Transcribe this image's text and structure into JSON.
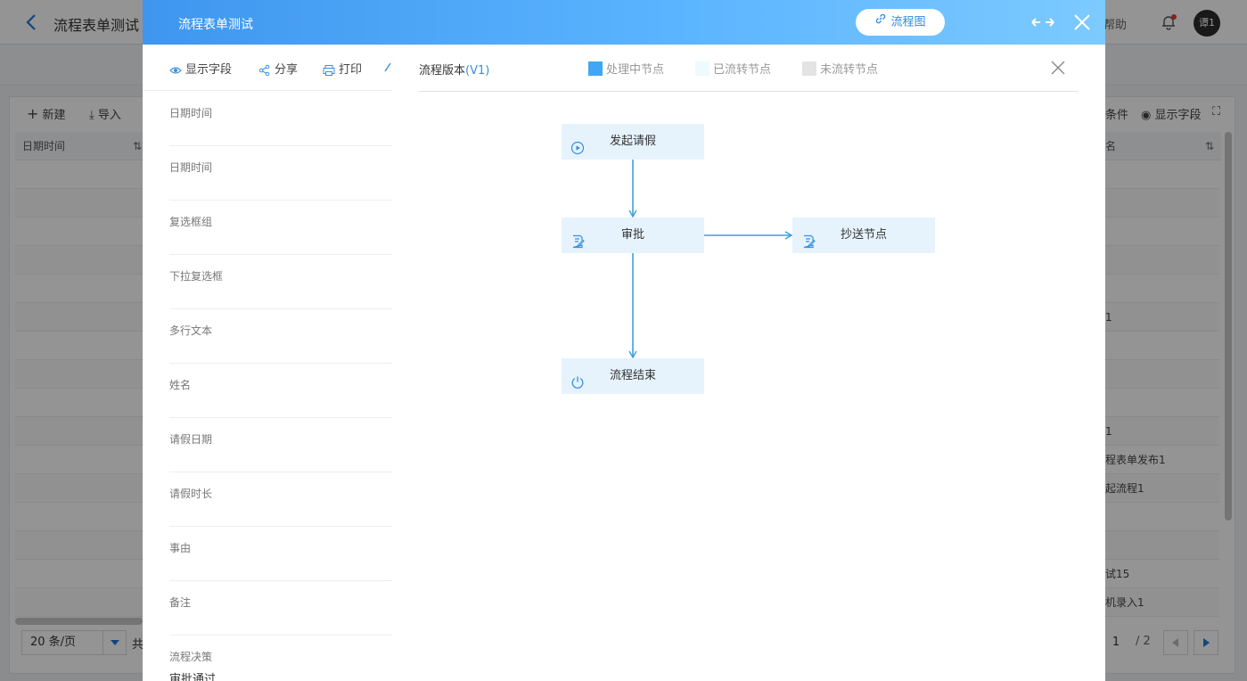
{
  "background": {
    "title": "流程表单测试",
    "help": "帮助",
    "avatar": "谭1",
    "toolbar": {
      "new": "新建",
      "import": "导入",
      "filter": "条件",
      "show_fields": "显示字段"
    },
    "left_header": "日期时间",
    "right_header": "名",
    "right_cells": [
      "1",
      "1",
      "程表单发布1",
      "起流程1",
      "试15",
      "机录入1"
    ],
    "pager": {
      "page_size": "20 条/页",
      "total_prefix": "共",
      "current_page": "1",
      "total_pages": "/ 2"
    }
  },
  "dialog": {
    "title": "流程表单测试",
    "flow_button": "流程图",
    "toolbar": {
      "show_fields": "显示字段",
      "share": "分享",
      "print": "打印"
    },
    "fields": [
      {
        "label": "日期时间",
        "value": ""
      },
      {
        "label": "日期时间",
        "value": ""
      },
      {
        "label": "复选框组",
        "value": ""
      },
      {
        "label": "下拉复选框",
        "value": ""
      },
      {
        "label": "多行文本",
        "value": ""
      },
      {
        "label": "姓名",
        "value": ""
      },
      {
        "label": "请假日期",
        "value": ""
      },
      {
        "label": "请假时长",
        "value": ""
      },
      {
        "label": "事由",
        "value": ""
      },
      {
        "label": "备注",
        "value": ""
      },
      {
        "label": "流程决策",
        "value": "审批通过"
      }
    ]
  },
  "flow": {
    "version_label": "流程版本",
    "version": "(V1)",
    "legend": [
      {
        "label": "处理中节点",
        "color": "#3fa7f5"
      },
      {
        "label": "已流转节点",
        "color": "#eefaff"
      },
      {
        "label": "未流转节点",
        "color": "#e3e3e3"
      }
    ],
    "nodes": {
      "start": "发起请假",
      "approve": "审批",
      "cc": "抄送节点",
      "end": "流程结束"
    },
    "colors": {
      "node_bg": "#e6f3fd",
      "line": "#3aa0dc"
    }
  }
}
